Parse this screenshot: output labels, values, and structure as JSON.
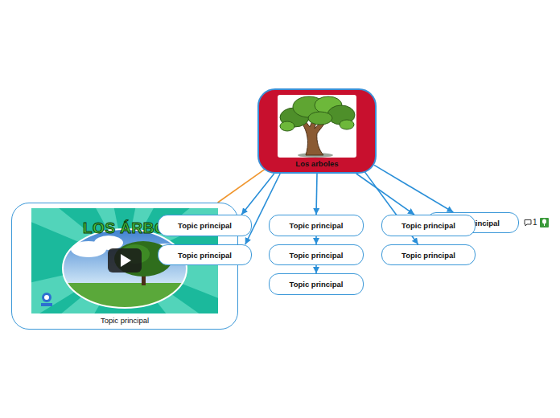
{
  "diagram": {
    "nodes": [
      {
        "text": [
          "Los arboles"
        ]
      },
      {
        "text": [
          "Topic principal"
        ]
      },
      {
        "text": [
          "Topic principal"
        ]
      },
      {
        "text": [
          "Topic principal"
        ]
      },
      {
        "text": [
          "Topic principal"
        ]
      },
      {
        "text": [
          "Topic principal"
        ]
      },
      {
        "text": [
          "Topic principal"
        ]
      },
      {
        "text": [
          "Topic principal"
        ]
      },
      {
        "text": [
          "Topic principal"
        ]
      },
      {
        "text": [
          "Topic principal"
        ]
      }
    ],
    "edges": [
      {
        "from": 0,
        "to": 1,
        "arrow": "none"
      },
      {
        "from": 0,
        "to": 2,
        "arrow": "to"
      },
      {
        "from": 0,
        "to": 3,
        "arrow": "to"
      },
      {
        "from": 0,
        "to": 4,
        "arrow": "to"
      },
      {
        "from": 4,
        "to": 5,
        "arrow": "to"
      },
      {
        "from": 5,
        "to": 6,
        "arrow": "to"
      },
      {
        "from": 0,
        "to": 7,
        "arrow": "to"
      },
      {
        "from": 0,
        "to": 8,
        "arrow": "to"
      },
      {
        "from": 0,
        "to": 9,
        "arrow": "to"
      }
    ],
    "labels": [
      "LOS ÁRBOLES",
      "1"
    ]
  }
}
